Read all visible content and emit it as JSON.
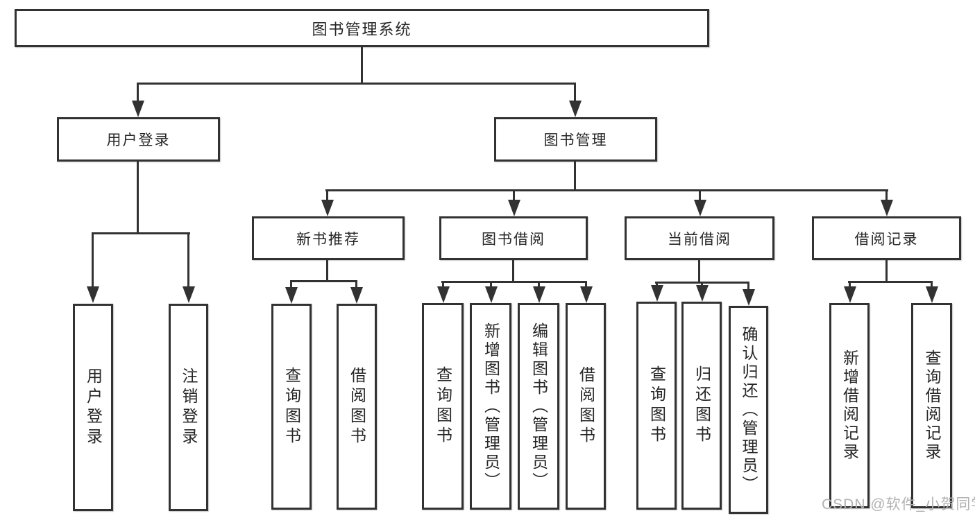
{
  "tree": {
    "label": "图书管理系统",
    "children": [
      {
        "label": "用户登录",
        "children": [
          {
            "label": "用户登录"
          },
          {
            "label": "注销登录"
          }
        ]
      },
      {
        "label": "图书管理",
        "children": [
          {
            "label": "新书推荐",
            "children": [
              {
                "label": "查询图书"
              },
              {
                "label": "借阅图书"
              }
            ]
          },
          {
            "label": "图书借阅",
            "children": [
              {
                "label": "查询图书"
              },
              {
                "label": "新增图书（管理员）"
              },
              {
                "label": "编辑图书（管理员）"
              },
              {
                "label": "借阅图书"
              }
            ]
          },
          {
            "label": "当前借阅",
            "children": [
              {
                "label": "查询图书"
              },
              {
                "label": "归还图书"
              },
              {
                "label": "确认归还（管理员）"
              }
            ]
          },
          {
            "label": "借阅记录",
            "children": [
              {
                "label": "新增借阅记录"
              },
              {
                "label": "查询借阅记录"
              }
            ]
          }
        ]
      }
    ]
  },
  "watermark": {
    "text": "CSDN @软件_小贺同学"
  },
  "colors": {
    "line": "#323232",
    "box_border": "#323232",
    "text": "#262626",
    "background": "#ffffff",
    "watermark": "#b2b2b2"
  }
}
